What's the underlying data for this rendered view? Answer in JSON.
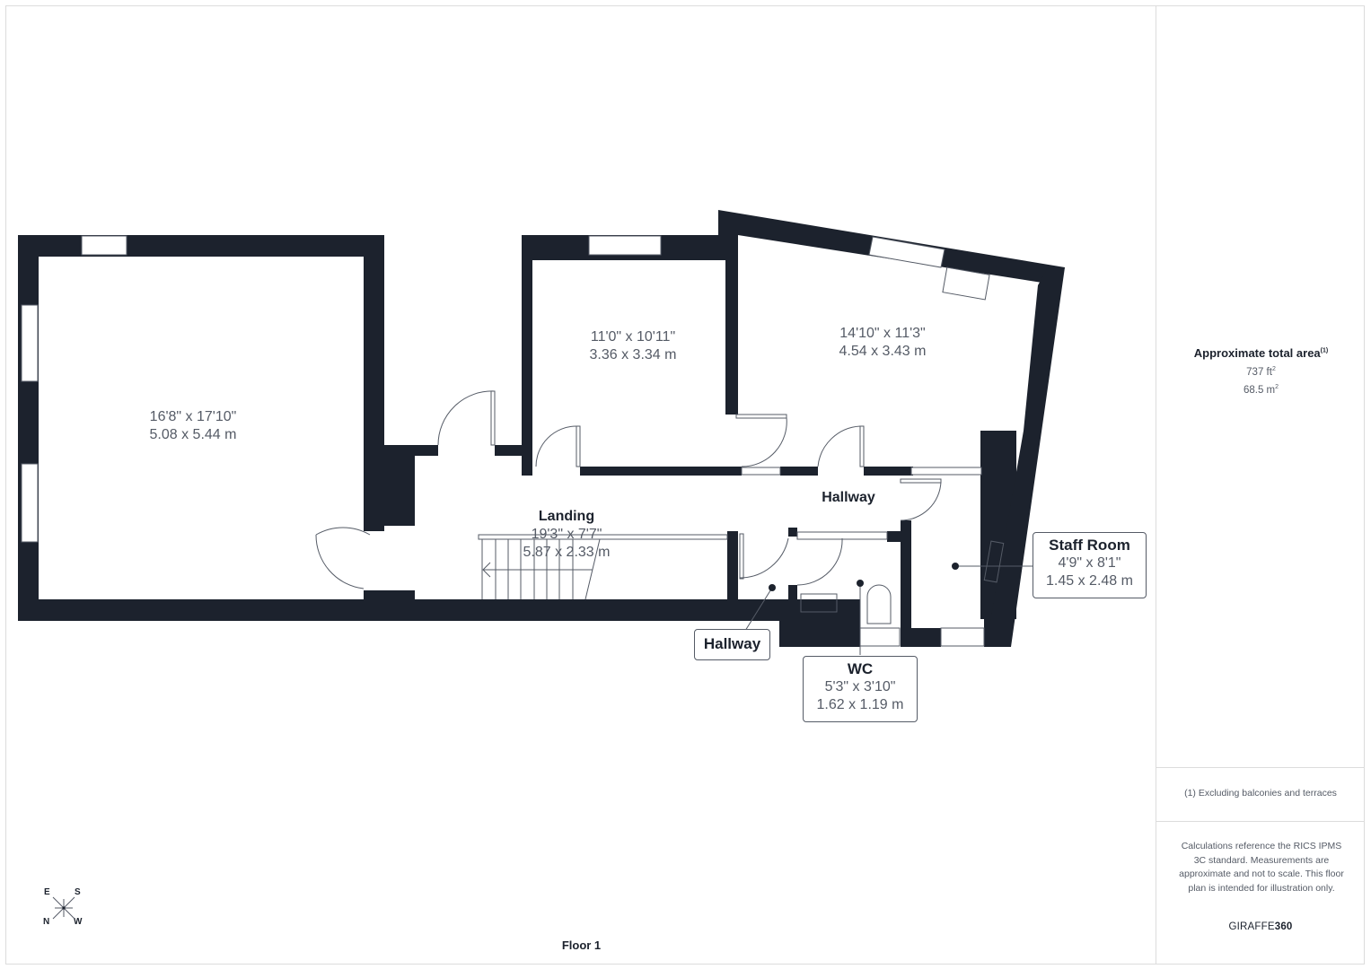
{
  "colors": {
    "wall": "#1c222d",
    "text_dark": "#1c222d",
    "text_muted": "#555b66",
    "border": "#dcdcdc"
  },
  "rooms": [
    {
      "id": "room-left",
      "name": "",
      "imperial": "16'8\" x 17'10\"",
      "metric": "5.08 x 5.44 m"
    },
    {
      "id": "room-middle",
      "name": "",
      "imperial": "11'0\" x 10'11\"",
      "metric": "3.36 x 3.34 m"
    },
    {
      "id": "room-right",
      "name": "",
      "imperial": "14'10\" x 11'3\"",
      "metric": "4.54 x 3.43 m"
    },
    {
      "id": "landing",
      "name": "Landing",
      "imperial": "19'3\" x 7'7\"",
      "metric": "5.87 x 2.33 m"
    },
    {
      "id": "hallway-upper",
      "name": "Hallway"
    },
    {
      "id": "hallway-lower",
      "name": "Hallway"
    },
    {
      "id": "wc",
      "name": "WC",
      "imperial": "5'3\" x 3'10\"",
      "metric": "1.62 x 1.19 m"
    },
    {
      "id": "staff-room",
      "name": "Staff Room",
      "imperial": "4'9\" x 8'1\"",
      "metric": "1.45 x 2.48 m"
    }
  ],
  "floor_label": "Floor 1",
  "compass": {
    "top_left": "E",
    "top_right": "S",
    "bottom_left": "N",
    "bottom_right": "W",
    "icon": "compass-icon"
  },
  "sidebar": {
    "area_title": "Approximate total area",
    "area_footnote_marker": "(1)",
    "area_sqft_value": "737 ft",
    "area_sqft_unit_sup": "2",
    "area_sqm_value": "68.5 m",
    "area_sqm_unit_sup": "2",
    "footnote": "(1) Excluding balconies and terraces",
    "disclaimer": "Calculations reference the RICS IPMS 3C standard. Measurements are approximate and not to scale. This floor plan is intended for illustration only.",
    "brand_prefix": "GIRAFFE",
    "brand_suffix": "360"
  }
}
